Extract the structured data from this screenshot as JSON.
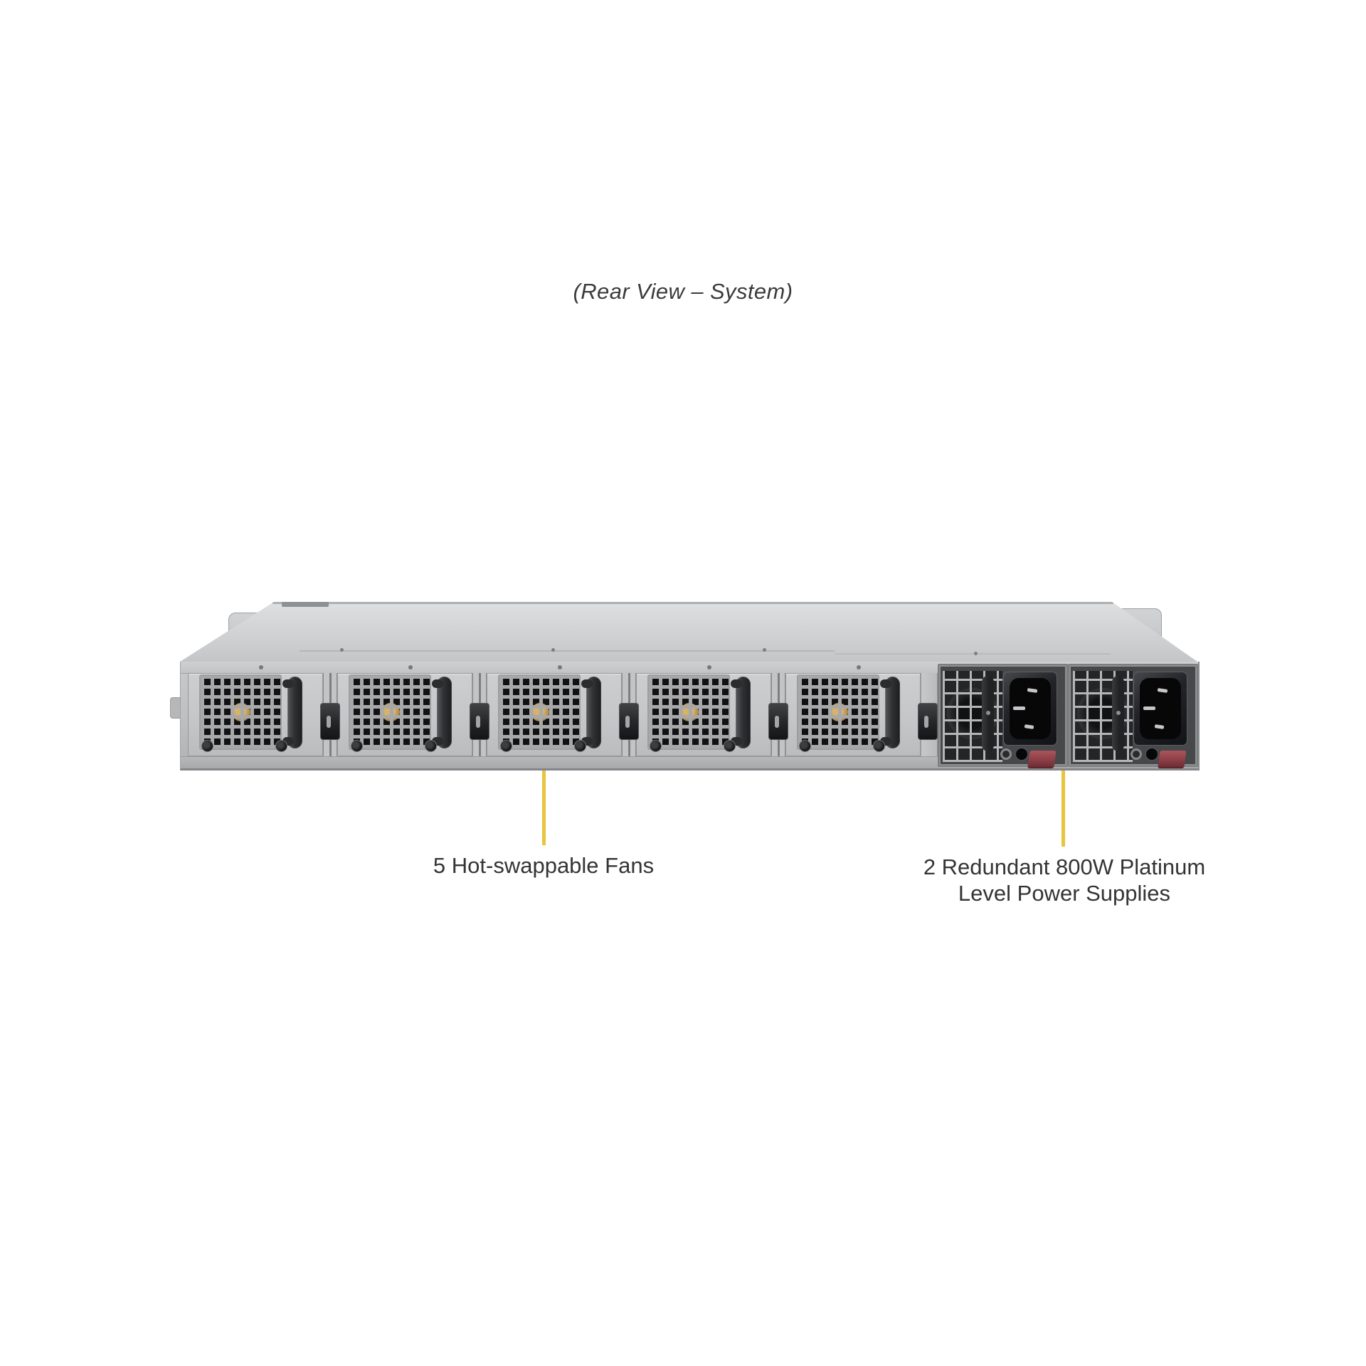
{
  "figure": {
    "title": "(Rear View – System)"
  },
  "chassis": {
    "fan_modules": 5,
    "power_supplies": 2
  },
  "callouts": {
    "fans": {
      "label": "5 Hot-swappable Fans"
    },
    "psu": {
      "label_line1": "2 Redundant 800W Platinum",
      "label_line2": "Level Power Supplies"
    }
  },
  "colors": {
    "callout_accent": "#E8C53C",
    "psu_latch_red": "#8E3F47",
    "fan_hub_gold": "#C9A35F",
    "label_text": "#333436"
  }
}
